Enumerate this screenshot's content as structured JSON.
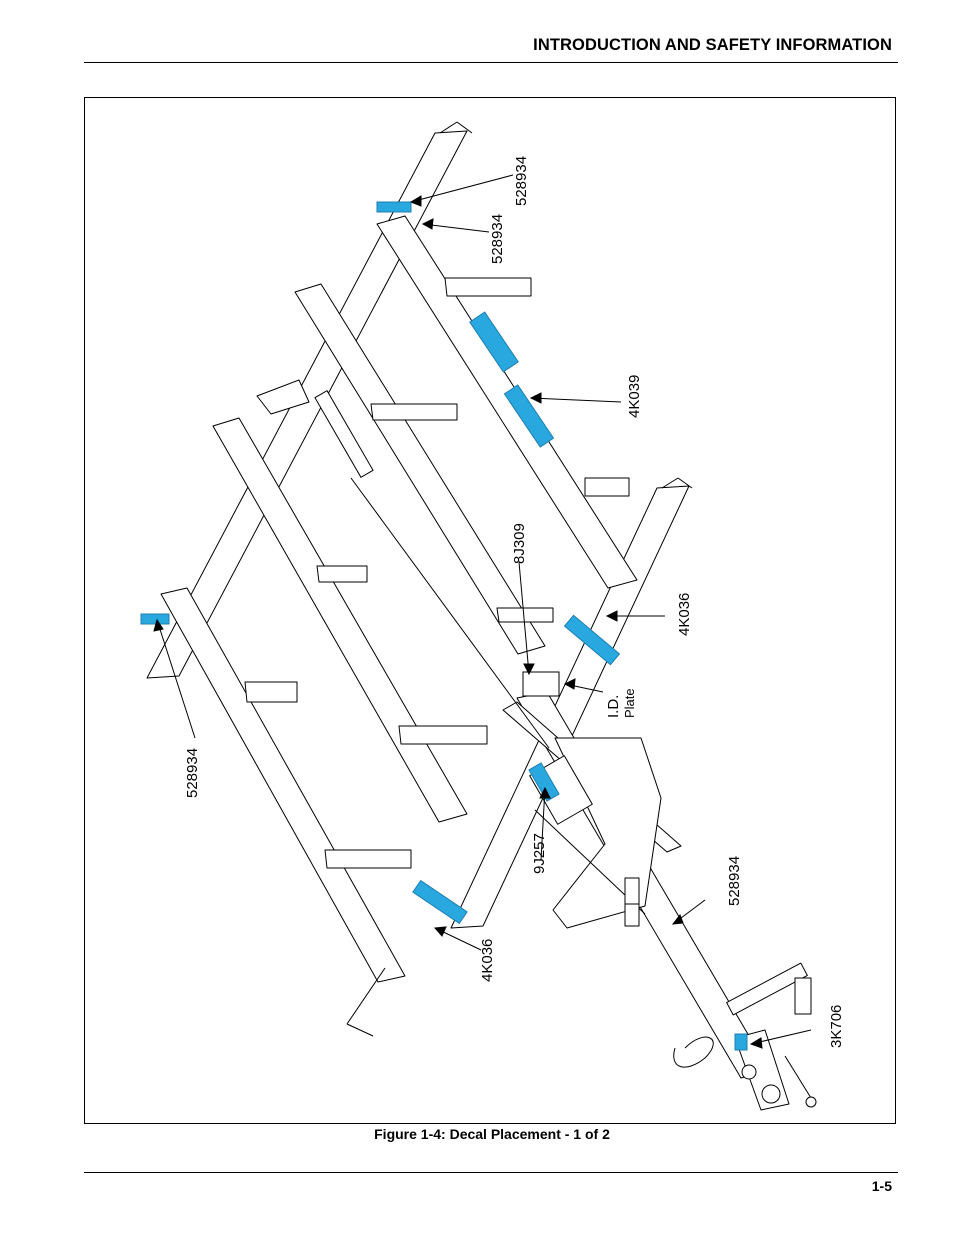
{
  "header": {
    "title": "INTRODUCTION AND SAFETY INFORMATION"
  },
  "figure": {
    "caption": "Figure 1-4:  Decal Placement - 1 of 2",
    "callouts": {
      "top_outer": "528934",
      "top_inner": "528934",
      "left": "528934",
      "upper_bar": "4K039",
      "right_bar": "4K036",
      "center": "8J309",
      "id_plate_line1": "I.D.",
      "id_plate_line2": "Plate",
      "jack": "9J257",
      "tongue": "528934",
      "lower_bar": "4K036",
      "hitch": "3K706"
    },
    "decal_color": "#29a8e0"
  },
  "footer": {
    "page_number": "1-5"
  }
}
